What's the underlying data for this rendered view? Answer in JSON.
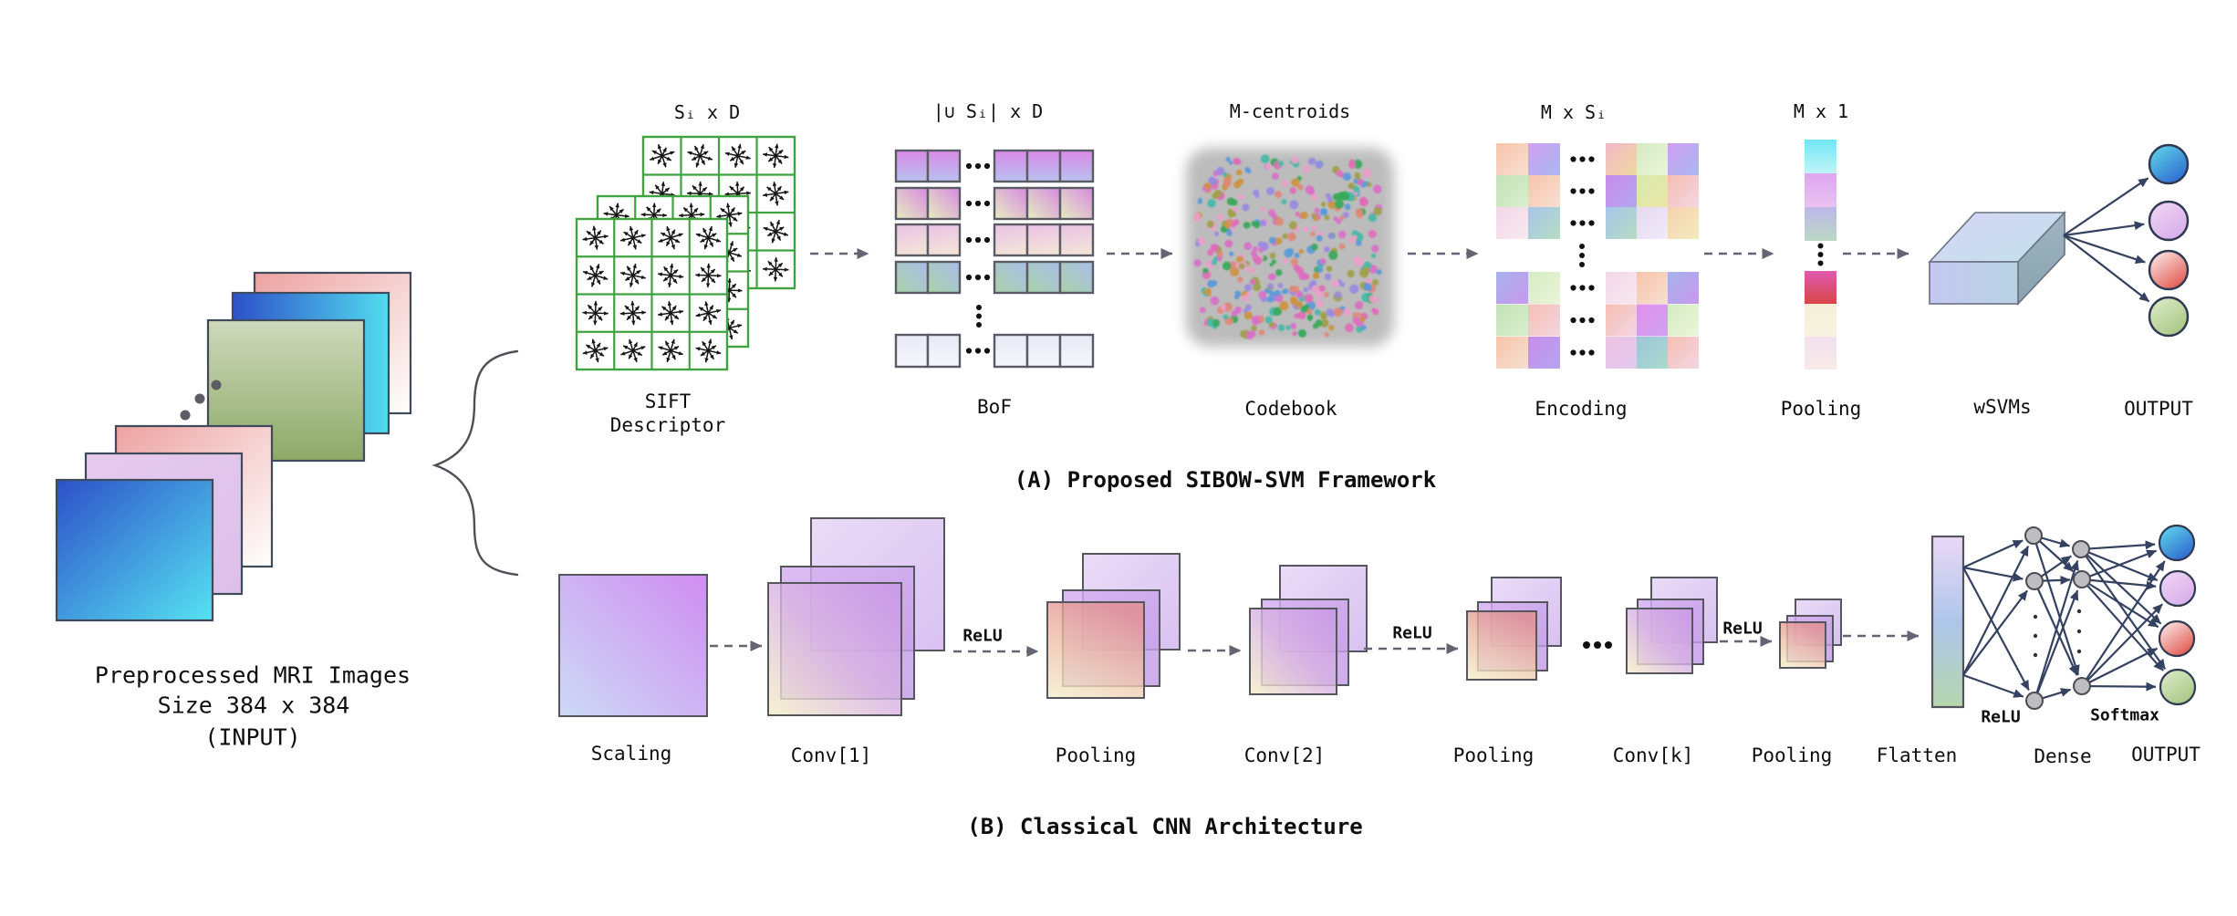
{
  "titles": {
    "pipeline_a": "(A) Proposed SIBOW-SVM Framework",
    "pipeline_b": "(B) Classical CNN Architecture"
  },
  "input": {
    "line1": "Preprocessed MRI Images",
    "line2": "Size 384 x 384",
    "line3": "(INPUT)"
  },
  "pipeline_a": {
    "sift": {
      "dim_label": "Sᵢ x D",
      "caption_line1": "SIFT",
      "caption_line2": "Descriptor"
    },
    "bof": {
      "dim_label": "|∪ Sᵢ| x D",
      "caption": "BoF"
    },
    "codebook": {
      "dim_label": "M-centroids",
      "caption": "Codebook"
    },
    "encoding": {
      "dim_label": "M x Sᵢ",
      "caption": "Encoding"
    },
    "pooling": {
      "dim_label": "M x 1",
      "caption": "Pooling"
    },
    "wsvms": {
      "caption": "wSVMs"
    },
    "output": {
      "caption": "OUTPUT"
    }
  },
  "pipeline_b": {
    "scaling": {
      "caption": "Scaling"
    },
    "conv1": {
      "caption": "Conv[1]"
    },
    "pooling1": {
      "caption": "Pooling"
    },
    "conv2": {
      "caption": "Conv[2]"
    },
    "pooling2": {
      "caption": "Pooling"
    },
    "convk": {
      "caption": "Conv[k]"
    },
    "pooling3": {
      "caption": "Pooling"
    },
    "flatten": {
      "caption": "Flatten"
    },
    "dense": {
      "caption": "Dense"
    },
    "output": {
      "caption": "OUTPUT"
    },
    "relu1": "ReLU",
    "relu2": "ReLU",
    "relu3": "ReLU",
    "relu_dense": "ReLU",
    "softmax": "Softmax"
  },
  "colors": {
    "text": "#0e0e10",
    "stroke_dark": "#3f4a5a",
    "cell_stroke": "#5b5b63",
    "sift_grid": "#3fa33f",
    "sift_star": "#161616",
    "dash_arrow": "#646472",
    "nn_edge": "#344160",
    "node_fill": "#bdbdc2",
    "node_stroke": "#4c4c54",
    "brace": "#4f4f57",
    "codebook_bg": "#bcbcbc",
    "codebook_dots": [
      "#3aa85a",
      "#5a9ad8",
      "#e06cb8",
      "#e08878",
      "#cc9440",
      "#a0a04c",
      "#9a8ae0",
      "#eaa0c8",
      "#48b8a8",
      "#d870c8"
    ],
    "mri_squares": [
      [
        "#eda2a2",
        "#ffffff"
      ],
      [
        "#2d50c8",
        "#52dcee"
      ],
      [
        "#cfd9bc",
        "#8da968"
      ],
      [
        "#eda2a2",
        "#ffffff"
      ],
      [
        "#e6cbee",
        "#dcc0ea"
      ],
      [
        "#2d50c8",
        "#55e2f2"
      ]
    ],
    "bof_rows": [
      [
        "#d98ae8",
        "#b9c2ef"
      ],
      [
        "#d78ae0",
        "#e6eec0"
      ],
      [
        "#eac2e6",
        "#f2e2d8"
      ],
      [
        "#a9bee9",
        "#a9d2a9"
      ],
      [
        "#e9e9f7",
        "#f6f6fc"
      ]
    ],
    "encoding_palette": {
      "peach": [
        "#f8c4aa",
        "#f6dfd2"
      ],
      "purpleblue": [
        "#d09ef2",
        "#a9b9ef"
      ],
      "pinkyellow": [
        "#f2b6c8",
        "#eeda9e"
      ],
      "palegreen": [
        "#d4ecc2",
        "#ebf5da"
      ],
      "violet": [
        "#c88ceb",
        "#b4a6ef"
      ],
      "greenyellow": [
        "#d6eaae",
        "#ece6a6"
      ],
      "peachpink": [
        "#f6beb2",
        "#f3d6e2"
      ],
      "palepink": [
        "#f3d8e8",
        "#f7e8f0"
      ],
      "bluegreen": [
        "#a6c6ea",
        "#b6dcc2"
      ],
      "palelav": [
        "#e6daf2",
        "#f0eaf8"
      ],
      "peachyellow": [
        "#f6d2ae",
        "#f2eac0"
      ],
      "bluepurple": [
        "#a6b2ee",
        "#c898ea"
      ],
      "magenta": [
        "#e290ea",
        "#cfa2f2"
      ],
      "teal": [
        "#9cc6da",
        "#aadaca"
      ],
      "pinklav": [
        "#eec2e2",
        "#e2caf0"
      ],
      "green": [
        "#c2e2b6",
        "#daeecd"
      ]
    },
    "pooling_cells": [
      [
        "#72e6f6",
        "#c0f4f8"
      ],
      [
        "#dda6ee",
        "#eac2f2"
      ],
      [
        "#bdb7ea",
        "#bdd8c4"
      ],
      [
        "#df5ab2",
        "#d94545"
      ],
      [
        "#f3efd8",
        "#f7f3e0"
      ],
      [
        "#f3e0f0",
        "#f6eae6"
      ]
    ],
    "output_circles": [
      [
        "#62dcec",
        "#2f6bd0"
      ],
      [
        "#f0d8f6",
        "#d9aeea"
      ],
      [
        "#fdf4f3",
        "#e25b52"
      ],
      [
        "#dfeeca",
        "#a9c786"
      ]
    ],
    "scaling": [
      "#cf8df0",
      "#ccdaf6"
    ],
    "conv_back": [
      "#e9daf6",
      "#d6bef0"
    ],
    "conv_mid": [
      "#d4aff0",
      "#c29ae6"
    ],
    "conv_front": [
      "#f4eec6",
      "#d8b4e2",
      "#c894e6"
    ],
    "pool_front": [
      "#f2ecca",
      "#eec0a8",
      "#e28f8f"
    ],
    "flatten": [
      "#ead8f6",
      "#aec6ea",
      "#b6d6ae"
    ],
    "wsvm": {
      "top": [
        "#d6d6f6",
        "#c2e0ea"
      ],
      "front": [
        "#c4c8f2",
        "#b8d2e2"
      ],
      "right": [
        "#9fb6c2",
        "#8aa2ae"
      ]
    }
  },
  "encoding_cells": {
    "left": [
      [
        "peach",
        "purpleblue"
      ],
      [
        "green",
        "peach"
      ],
      [
        "palepink",
        "bluegreen"
      ],
      [
        "bluepurple",
        "palegreen"
      ],
      [
        "green",
        "peachpink"
      ],
      [
        "peach",
        "violet"
      ]
    ],
    "right": [
      [
        "pinkyellow",
        "palegreen",
        "purpleblue"
      ],
      [
        "violet",
        "greenyellow",
        "peachpink"
      ],
      [
        "bluegreen",
        "palelav",
        "peachyellow"
      ],
      [
        "palepink",
        "peach",
        "bluepurple"
      ],
      [
        "peachpink",
        "magenta",
        "palegreen"
      ],
      [
        "pinklav",
        "teal",
        "peachpink"
      ]
    ]
  }
}
